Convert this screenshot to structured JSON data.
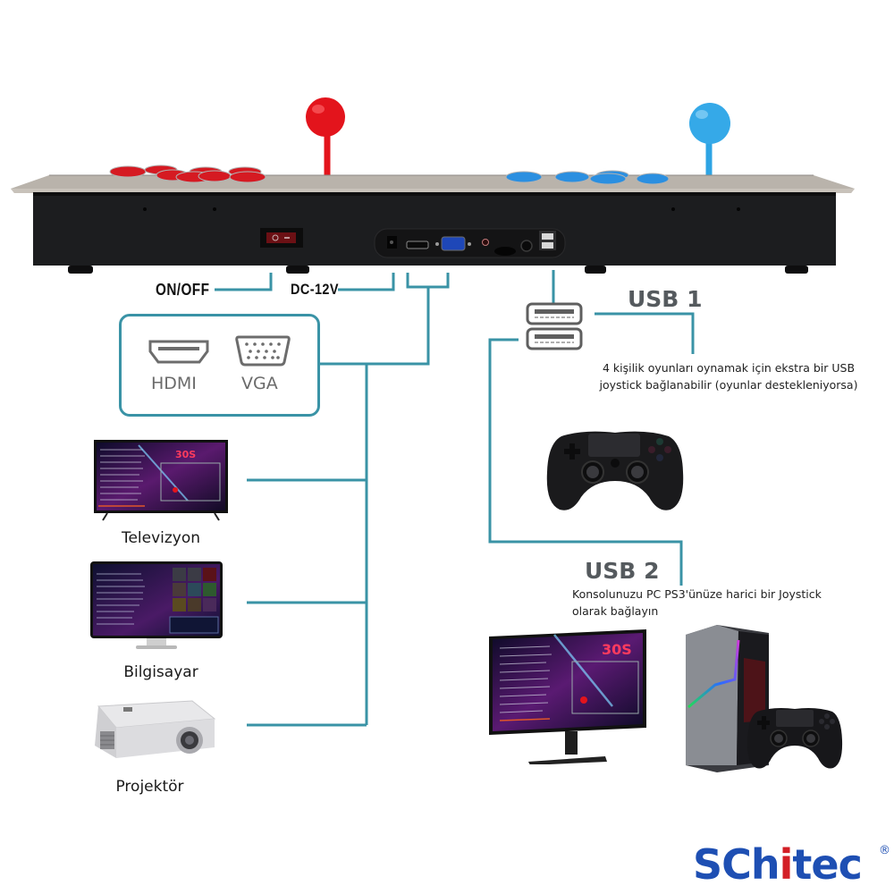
{
  "console": {
    "player1_color": "#e3141c",
    "player2_color": "#2aa3e6",
    "ports": [
      "power-switch",
      "dc-jack",
      "hdmi",
      "vga",
      "audio",
      "sd-slot",
      "headphone",
      "usb-dual"
    ]
  },
  "port_labels": {
    "on_off": "ON/OFF",
    "dc": "DC-12V"
  },
  "video_box": {
    "hdmi_label": "HDMI",
    "vga_label": "VGA",
    "hdmi_icon": "hdmi-port-icon",
    "vga_icon": "vga-port-icon"
  },
  "displays": [
    {
      "label": "Televizyon",
      "icon": "television-icon"
    },
    {
      "label": "Bilgisayar",
      "icon": "monitor-icon"
    },
    {
      "label": "Projektör",
      "icon": "projector-icon"
    }
  ],
  "usb1": {
    "title": "USB 1",
    "desc_line1": "4 kişilik oyunları oynamak için ekstra bir USB",
    "desc_line2": "joystick bağlanabilir (oyunlar destekleniyorsa)",
    "icon": "gamepad-icon"
  },
  "usb2": {
    "title": "USB 2",
    "desc_line1": "Konsolunuzu PC PS3'ünüze harici bir Joystick",
    "desc_line2": "olarak bağlayın",
    "icons": [
      "monitor-icon",
      "pc-tower-icon",
      "gamepad-icon"
    ]
  },
  "screen_logo": "30S",
  "brand": {
    "name_part1": "SC",
    "name_part2": "h",
    "name_part3": "i",
    "name_part4": "tec",
    "registered": "®",
    "color": "#1e4fb3",
    "accent": "#d31f26"
  },
  "line_color": "#3a93a6"
}
